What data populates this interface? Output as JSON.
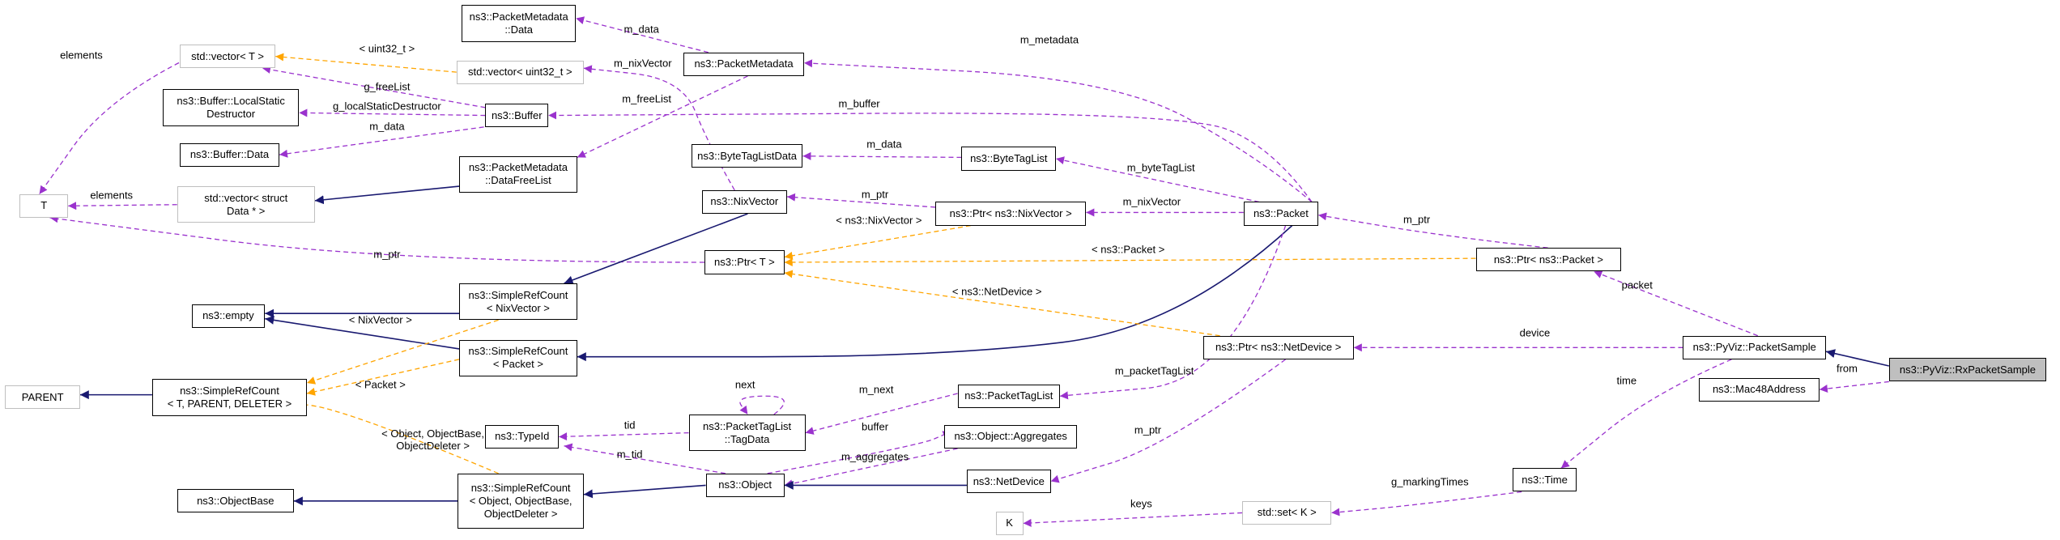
{
  "diagram": {
    "nodes": [
      {
        "id": "T",
        "label": "T",
        "style": "gray"
      },
      {
        "id": "vecT",
        "label": "std::vector< T >",
        "style": "gray"
      },
      {
        "id": "bufLSD",
        "label": "ns3::Buffer::LocalStatic\nDestructor",
        "style": "normal"
      },
      {
        "id": "bufData",
        "label": "ns3::Buffer::Data",
        "style": "normal"
      },
      {
        "id": "vecStruct",
        "label": "std::vector< struct\nData * >",
        "style": "gray"
      },
      {
        "id": "empty",
        "label": "ns3::empty",
        "style": "normal"
      },
      {
        "id": "parent",
        "label": "PARENT",
        "style": "gray"
      },
      {
        "id": "srcGeneric",
        "label": "ns3::SimpleRefCount\n< T, PARENT, DELETER >",
        "style": "normal"
      },
      {
        "id": "objBase",
        "label": "ns3::ObjectBase",
        "style": "normal"
      },
      {
        "id": "pmData",
        "label": "ns3::PacketMetadata\n::Data",
        "style": "normal"
      },
      {
        "id": "vecU32",
        "label": "std::vector< uint32_t >",
        "style": "gray"
      },
      {
        "id": "buffer",
        "label": "ns3::Buffer",
        "style": "normal"
      },
      {
        "id": "pmDFL",
        "label": "ns3::PacketMetadata\n::DataFreeList",
        "style": "normal"
      },
      {
        "id": "srcNix",
        "label": "ns3::SimpleRefCount\n< NixVector >",
        "style": "normal"
      },
      {
        "id": "srcPkt",
        "label": "ns3::SimpleRefCount\n< Packet >",
        "style": "normal"
      },
      {
        "id": "typeId",
        "label": "ns3::TypeId",
        "style": "normal"
      },
      {
        "id": "srcObj",
        "label": "ns3::SimpleRefCount\n< Object, ObjectBase,\nObjectDeleter >",
        "style": "normal"
      },
      {
        "id": "pm",
        "label": "ns3::PacketMetadata",
        "style": "normal"
      },
      {
        "id": "btld",
        "label": "ns3::ByteTagListData",
        "style": "normal"
      },
      {
        "id": "nix",
        "label": "ns3::NixVector",
        "style": "normal"
      },
      {
        "id": "ptrT",
        "label": "ns3::Ptr< T >",
        "style": "normal"
      },
      {
        "id": "ptlTD",
        "label": "ns3::PacketTagList\n::TagData",
        "style": "normal"
      },
      {
        "id": "object",
        "label": "ns3::Object",
        "style": "normal"
      },
      {
        "id": "btl",
        "label": "ns3::ByteTagList",
        "style": "normal"
      },
      {
        "id": "ptrNix",
        "label": "ns3::Ptr< ns3::NixVector >",
        "style": "normal"
      },
      {
        "id": "ptl",
        "label": "ns3::PacketTagList",
        "style": "normal"
      },
      {
        "id": "aggr",
        "label": "ns3::Object::Aggregates",
        "style": "normal"
      },
      {
        "id": "netdev",
        "label": "ns3::NetDevice",
        "style": "normal"
      },
      {
        "id": "K",
        "label": "K",
        "style": "gray"
      },
      {
        "id": "packet",
        "label": "ns3::Packet",
        "style": "normal"
      },
      {
        "id": "ptrND",
        "label": "ns3::Ptr< ns3::NetDevice >",
        "style": "normal"
      },
      {
        "id": "setK",
        "label": "std::set< K >",
        "style": "gray"
      },
      {
        "id": "ptrPkt",
        "label": "ns3::Ptr< ns3::Packet >",
        "style": "normal"
      },
      {
        "id": "time",
        "label": "ns3::Time",
        "style": "normal"
      },
      {
        "id": "pps",
        "label": "ns3::PyViz::PacketSample",
        "style": "normal"
      },
      {
        "id": "mac48",
        "label": "ns3::Mac48Address",
        "style": "normal"
      },
      {
        "id": "rxps",
        "label": "ns3::PyViz::RxPacketSample",
        "style": "highlight"
      }
    ],
    "edges": [
      {
        "from": "vecT",
        "to": "T",
        "kind": "usage",
        "label": "elements"
      },
      {
        "from": "vecStruct",
        "to": "T",
        "kind": "usage",
        "label": "elements"
      },
      {
        "from": "ptrT",
        "to": "T",
        "kind": "usage",
        "label": "m_ptr"
      },
      {
        "from": "vecU32",
        "to": "vecT",
        "kind": "template",
        "label": "< uint32_t >"
      },
      {
        "from": "buffer",
        "to": "vecT",
        "kind": "usage",
        "label": "g_freeList"
      },
      {
        "from": "buffer",
        "to": "bufLSD",
        "kind": "usage",
        "label": "g_localStaticDestructor"
      },
      {
        "from": "buffer",
        "to": "bufData",
        "kind": "usage",
        "label": "m_data"
      },
      {
        "from": "pmDFL",
        "to": "vecStruct",
        "kind": "inherit",
        "label": ""
      },
      {
        "from": "srcNix",
        "to": "empty",
        "kind": "inherit",
        "label": ""
      },
      {
        "from": "srcPkt",
        "to": "empty",
        "kind": "inherit",
        "label": ""
      },
      {
        "from": "srcGeneric",
        "to": "parent",
        "kind": "inherit",
        "label": ""
      },
      {
        "from": "srcNix",
        "to": "srcGeneric",
        "kind": "template",
        "label": "< NixVector >"
      },
      {
        "from": "srcPkt",
        "to": "srcGeneric",
        "kind": "template",
        "label": "< Packet >"
      },
      {
        "from": "srcObj",
        "to": "srcGeneric",
        "kind": "template",
        "label": "< Object, ObjectBase,\nObjectDeleter >"
      },
      {
        "from": "srcObj",
        "to": "objBase",
        "kind": "inherit",
        "label": ""
      },
      {
        "from": "pm",
        "to": "pmData",
        "kind": "usage",
        "label": "m_data"
      },
      {
        "from": "nix",
        "to": "vecU32",
        "kind": "usage",
        "label": "m_nixVector"
      },
      {
        "from": "pm",
        "to": "pmDFL",
        "kind": "usage",
        "label": "m_freeList"
      },
      {
        "from": "nix",
        "to": "srcNix",
        "kind": "inherit",
        "label": ""
      },
      {
        "from": "packet",
        "to": "srcPkt",
        "kind": "inherit",
        "label": ""
      },
      {
        "from": "object",
        "to": "srcObj",
        "kind": "inherit",
        "label": ""
      },
      {
        "from": "ptlTD",
        "to": "typeId",
        "kind": "usage",
        "label": "tid"
      },
      {
        "from": "object",
        "to": "typeId",
        "kind": "usage",
        "label": "m_tid"
      },
      {
        "from": "ptlTD",
        "to": "ptlTD",
        "kind": "usage",
        "label": "next"
      },
      {
        "from": "btl",
        "to": "btld",
        "kind": "usage",
        "label": "m_data"
      },
      {
        "from": "ptrNix",
        "to": "nix",
        "kind": "usage",
        "label": "m_ptr"
      },
      {
        "from": "ptrNix",
        "to": "ptrT",
        "kind": "template",
        "label": "< ns3::NixVector >"
      },
      {
        "from": "ptrPkt",
        "to": "ptrT",
        "kind": "template",
        "label": "< ns3::Packet >"
      },
      {
        "from": "ptrND",
        "to": "ptrT",
        "kind": "template",
        "label": "< ns3::NetDevice >"
      },
      {
        "from": "ptl",
        "to": "ptlTD",
        "kind": "usage",
        "label": "m_next"
      },
      {
        "from": "aggr",
        "to": "object",
        "kind": "usage",
        "label": "m_aggregates"
      },
      {
        "from": "object",
        "to": "aggr",
        "kind": "usage",
        "label": "buffer"
      },
      {
        "from": "netdev",
        "to": "object",
        "kind": "inherit",
        "label": ""
      },
      {
        "from": "packet",
        "to": "pm",
        "kind": "usage",
        "label": "m_metadata"
      },
      {
        "from": "packet",
        "to": "buffer",
        "kind": "usage",
        "label": "m_buffer"
      },
      {
        "from": "packet",
        "to": "btl",
        "kind": "usage",
        "label": "m_byteTagList"
      },
      {
        "from": "packet",
        "to": "ptrNix",
        "kind": "usage",
        "label": "m_nixVector"
      },
      {
        "from": "packet",
        "to": "ptl",
        "kind": "usage",
        "label": "m_packetTagList"
      },
      {
        "from": "ptrND",
        "to": "netdev",
        "kind": "usage",
        "label": "m_ptr"
      },
      {
        "from": "setK",
        "to": "K",
        "kind": "usage",
        "label": "keys"
      },
      {
        "from": "ptrPkt",
        "to": "packet",
        "kind": "usage",
        "label": "m_ptr"
      },
      {
        "from": "pps",
        "to": "ptrPkt",
        "kind": "usage",
        "label": "packet"
      },
      {
        "from": "pps",
        "to": "ptrND",
        "kind": "usage",
        "label": "device"
      },
      {
        "from": "pps",
        "to": "time",
        "kind": "usage",
        "label": "time"
      },
      {
        "from": "time",
        "to": "setK",
        "kind": "usage",
        "label": "g_markingTimes"
      },
      {
        "from": "rxps",
        "to": "pps",
        "kind": "inherit",
        "label": ""
      },
      {
        "from": "rxps",
        "to": "mac48",
        "kind": "usage",
        "label": "from"
      }
    ]
  },
  "colors": {
    "inherit": "#191970",
    "usage": "#9a32cd",
    "template": "#ffa500",
    "highlight_fill": "#bfbfbf",
    "gray_border": "#bfbfbf"
  }
}
